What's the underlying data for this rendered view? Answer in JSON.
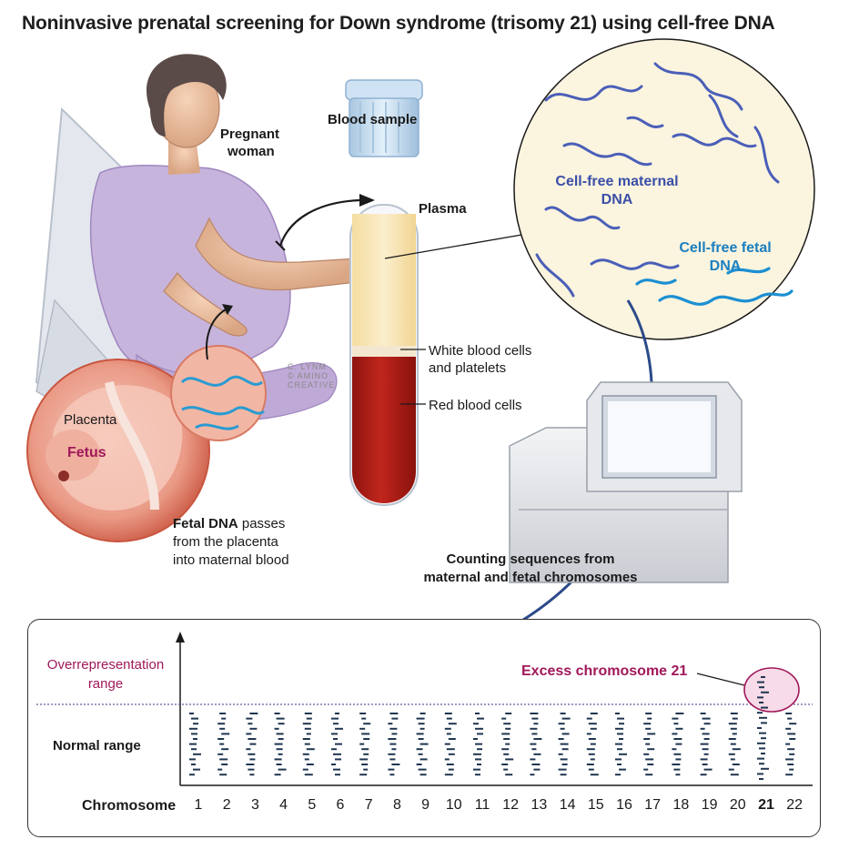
{
  "title": "Noninvasive prenatal screening for Down syndrome (trisomy 21) using cell-free DNA",
  "labels": {
    "pregnant_woman": [
      "Pregnant",
      "woman"
    ],
    "blood_sample": "Blood sample",
    "plasma": "Plasma",
    "maternal_dna": [
      "Cell-free maternal",
      "DNA"
    ],
    "fetal_dna": [
      "Cell-free fetal",
      "DNA"
    ],
    "white_cells": [
      "White blood cells",
      "and platelets"
    ],
    "red_cells": "Red blood cells",
    "placenta": "Placenta",
    "fetus": "Fetus",
    "fetal_dna_bold": "Fetal DNA",
    "fetal_dna_rest": [
      " passes",
      "from the placenta",
      "into maternal blood"
    ],
    "counting": [
      "Counting sequences from",
      "maternal and fetal chromosomes"
    ],
    "credit": [
      "C. LYNM",
      "© AMINO",
      "CREATIVE"
    ]
  },
  "chart_data": {
    "type": "bar",
    "ylabel_over": [
      "Overrepresentation",
      "range"
    ],
    "ylabel_normal": "Normal range",
    "xlabel": "Chromosome",
    "categories": [
      "1",
      "2",
      "3",
      "4",
      "5",
      "6",
      "7",
      "8",
      "9",
      "10",
      "11",
      "12",
      "13",
      "14",
      "15",
      "16",
      "17",
      "18",
      "19",
      "20",
      "21",
      "22"
    ],
    "highlight": "21",
    "annotation": "Excess chromosome 21",
    "colors": {
      "ticks": "#1f3550",
      "highlight": "#a0185a",
      "threshold": "#6b5aa0"
    }
  }
}
